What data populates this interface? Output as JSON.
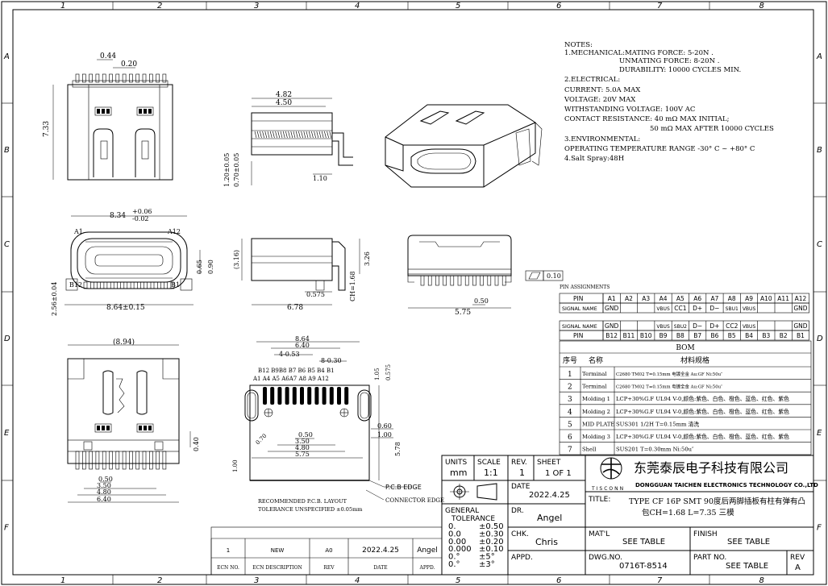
{
  "grid": {
    "cols": [
      "1",
      "2",
      "3",
      "4",
      "5",
      "6",
      "7",
      "8"
    ],
    "rows": [
      "A",
      "B",
      "C",
      "D",
      "E",
      "F"
    ]
  },
  "notes": {
    "title": "NOTES:",
    "lines": [
      "1.MECHANICAL:MATING FORCE: 5-20N .",
      "UNMATING FORCE: 8-20N .",
      "DURABILITY: 10000 CYCLES MIN.",
      "2.ELECTRICAL:",
      "CURRENT: 5.0A MAX",
      "VOLTAGE: 20V MAX",
      "WITHSTANDING VOLTAGE: 100V AC",
      "CONTACT RESISTANCE: 40 mΩ MAX INITIAL;",
      "50 mΩ MAX AFTER 10000 CYCLES",
      "3.ENVIRONMENTAL:",
      "OPERATING TEMPERATURE RANGE -30° C ~ +80° C",
      "4.Salt Spray:48H"
    ]
  },
  "dims": {
    "top_a": "0.44",
    "top_b": "0.20",
    "height": "7.33",
    "side_a": "4.82",
    "side_b": "4.50",
    "side_c": "1.20±0.05",
    "side_d": "0.70±0.05",
    "side_e": "1.10",
    "front_w": "8.34",
    "front_tol_p": "+0.06",
    "front_tol_m": "-0.02",
    "a1": "A1",
    "a12": "A12",
    "b12": "B12",
    "b1": "B1",
    "front_h1": "0.65",
    "front_h2": "0.90",
    "front_h3": "2.56±0.04",
    "front_w2": "8.64±0.15",
    "side2_h": "(3.16)",
    "side2_a": "0.575",
    "side2_b": "6.78",
    "side2_c": "CH=1.68",
    "side2_d": "3.26",
    "end_a": "0.50",
    "end_b": "5.75",
    "flat": "0.10",
    "bot_w": "(8.94)",
    "bot_h": "0.40",
    "bot_a": "0.50",
    "bot_b": "3.50",
    "bot_c": "4.80",
    "bot_d": "6.40",
    "pcb_a": "8.64",
    "pcb_b": "6.40",
    "pcb_c": "4-0.53",
    "pcb_d": "8-0.30",
    "pcb_pins": "B12 B9B8 B7 B6 B5 B4 B1",
    "pcb_pins2": "A1 A4 A5 A6A7 A8 A9 A12",
    "pcb_e": "1.05",
    "pcb_f": "0.575",
    "pcb_g": "0.70",
    "pcb_h": "0.60",
    "pcb_i": "1.00",
    "pcb_j": "5.78",
    "pcb_k": "0.50",
    "pcb_l": "3.50",
    "pcb_m": "4.80",
    "pcb_n": "5.75",
    "pcb_o": "1.00",
    "pcb_edge": "P.C.B EDGE",
    "conn_edge": "CONNECTOR EDGE",
    "rec1": "RECOMMENDED  P.C.B.  LAYOUT",
    "rec2": "TOLERANCE UNSPECIFIED ±0.05mm"
  },
  "pin_table": {
    "caption": "PIN ASSIGNMENTS",
    "row1_head": "PIN",
    "row1": [
      "A1",
      "A2",
      "A3",
      "A4",
      "A5",
      "A6",
      "A7",
      "A8",
      "A9",
      "A10",
      "A11",
      "A12"
    ],
    "row2_head": "SIGNAL NAME",
    "row2": [
      "GND",
      "",
      "",
      "VBUS",
      "CC1",
      "D+",
      "D−",
      "SBU1",
      "VBUS",
      "",
      "",
      "GND"
    ],
    "row3_head": "SIGNAL NAME",
    "row3": [
      "GND",
      "",
      "",
      "VBUS",
      "SBU2",
      "D−",
      "D+",
      "CC2",
      "VBUS",
      "",
      "",
      "GND"
    ],
    "row4_head": "PIN",
    "row4": [
      "B12",
      "B11",
      "B10",
      "B9",
      "B8",
      "B7",
      "B6",
      "B5",
      "B4",
      "B3",
      "B2",
      "B1"
    ]
  },
  "bom": {
    "title": "BOM",
    "head_no": "序号",
    "head_name": "名称",
    "head_spec": "材料规格",
    "rows": [
      {
        "no": "1",
        "name": "Terminal",
        "spec": "C2680 TM02 T=0.15mm  电镀全金 Au:GF   Ni:50u″"
      },
      {
        "no": "2",
        "name": "Terminal",
        "spec": "C2680 TM02 T=0.15mm  电镀全金 Au:GF   Ni:50u″"
      },
      {
        "no": "3",
        "name": "Molding 1",
        "spec": "LCP+30%G.F UL94 V-0,颜色:紫色、白色、橙色、蓝色、红色、紫色"
      },
      {
        "no": "4",
        "name": "Molding 2",
        "spec": "LCP+30%G.F UL94 V-0,颜色:紫色、白色、橙色、蓝色、红色、紫色"
      },
      {
        "no": "5",
        "name": "MID PLATE",
        "spec": "SUS301 1/2H  T=0.15mm  清洗"
      },
      {
        "no": "6",
        "name": "Molding 3",
        "spec": "LCP+30%G.F UL94 V-0,颜色:紫色、白色、橙色、蓝色、红色、紫色"
      },
      {
        "no": "7",
        "name": "Shell",
        "spec": "SUS201  T=0.30mm  Ni:50u″"
      }
    ]
  },
  "title_block": {
    "units_label": "UNITS",
    "units": "mm",
    "scale_label": "SCALE",
    "scale": "1:1",
    "rev_label": "REV.",
    "rev": "1",
    "sheet_label": "SHEET",
    "sheet": "1 OF 1",
    "date_label": "DATE",
    "date": "2022.4.25",
    "dr_label": "DR.",
    "dr": "Angel",
    "chk_label": "CHK.",
    "chk": "Chris",
    "appd_label": "APPD.",
    "gen_tol_1": "GENERAL",
    "gen_tol_2": "TOLERANCE",
    "tol_rows": [
      [
        "0.",
        "±0.50"
      ],
      [
        "0.0",
        "±0.30"
      ],
      [
        "0.00",
        "±0.20"
      ],
      [
        "0.000",
        "±0.10"
      ],
      [
        "0.°",
        "±5°"
      ],
      [
        "0.°",
        "±3°"
      ]
    ],
    "company_cn": "东莞泰辰电子科技有限公司",
    "company_en": "DONGGUAN TAICHEN ELECTRONICS TECHNOLOGY CO.,LTD",
    "logo_text": "TISCONN",
    "title_label": "TITLE:",
    "title_1": "TYPE CF 16P SMT 90度后两脚插板有柱有弹有凸",
    "title_2": "包CH=1.68 L=7.35 三模",
    "matl_label": "MAT'L",
    "matl": "SEE TABLE",
    "finish_label": "FINISH",
    "finish": "SEE TABLE",
    "dwg_label": "DWG.NO.",
    "dwg": "0716T-8514",
    "part_label": "PART NO.",
    "part": "SEE TABLE",
    "rev2_label": "REV",
    "rev2": "A"
  },
  "rev_block": {
    "row": [
      "1",
      "NEW",
      "A0",
      "2022.4.25",
      "Angel"
    ],
    "head": [
      "ECN NO.",
      "ECN  DESCRIPTION",
      "REV",
      "DATE",
      "APPD."
    ]
  }
}
